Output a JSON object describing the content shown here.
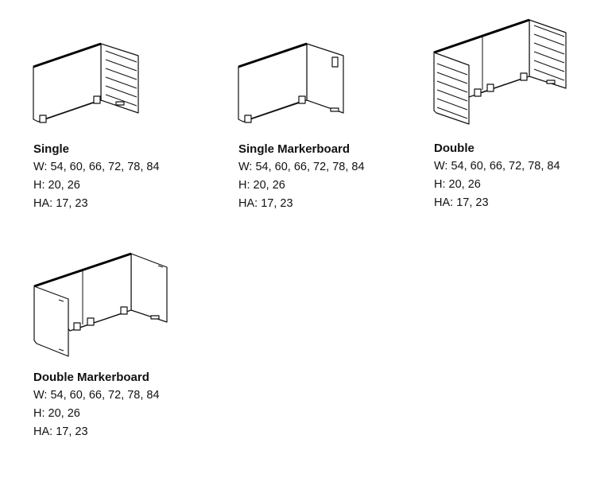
{
  "products": [
    {
      "name": "Single",
      "widths": "W: 54, 60, 66, 72, 78, 84",
      "heights": "H: 20, 26",
      "ha": "HA: 17, 23"
    },
    {
      "name": "Single Markerboard",
      "widths": "W: 54, 60, 66, 72, 78, 84",
      "heights": "H: 20, 26",
      "ha": "HA: 17, 23"
    },
    {
      "name": "Double",
      "widths": "W: 54, 60, 66, 72, 78, 84",
      "heights": "H: 20, 26",
      "ha": "HA: 17, 23"
    },
    {
      "name": "Double Markerboard",
      "widths": "W: 54, 60, 66, 72, 78, 84",
      "heights": "H: 20, 26",
      "ha": "HA: 17, 23"
    }
  ]
}
